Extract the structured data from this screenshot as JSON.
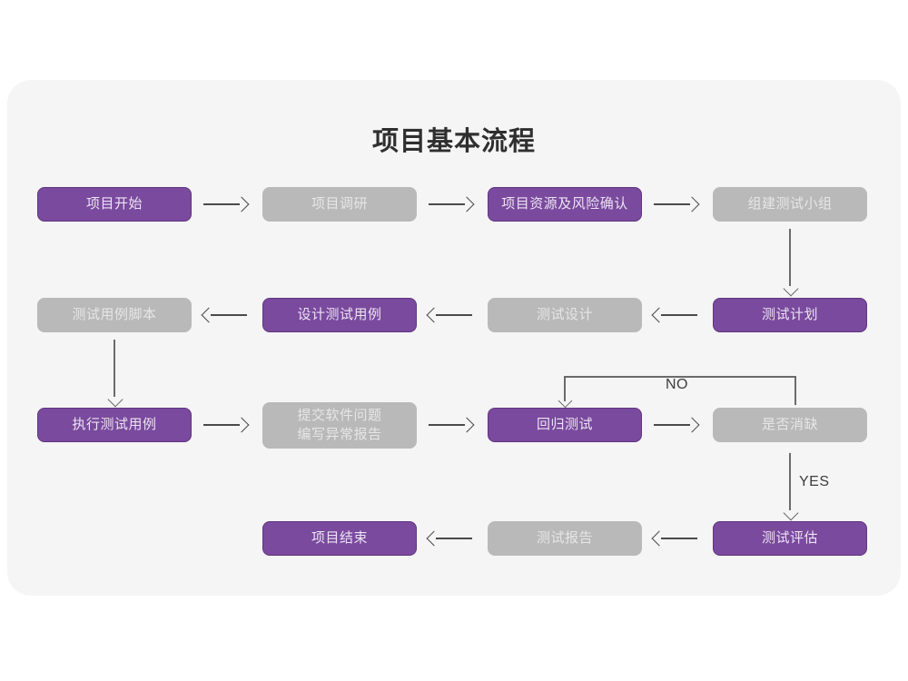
{
  "panel": {
    "background": "#f5f5f5"
  },
  "title": "项目基本流程",
  "colors": {
    "purple_fill": "#7a4a9e",
    "purple_border": "#5f3580",
    "purple_text": "#ece4f3",
    "gray_fill": "#b9b9b9",
    "gray_text": "#e6e6e6",
    "arrow": "#4a4a4a",
    "canvas": "#ffffff"
  },
  "flowchart": {
    "type": "flowchart",
    "nodes": [
      {
        "id": "n1",
        "label": "项目开始",
        "style": "purple",
        "row": 1,
        "col": 1
      },
      {
        "id": "n2",
        "label": "项目调研",
        "style": "gray",
        "row": 1,
        "col": 2
      },
      {
        "id": "n3",
        "label": "项目资源及风险确认",
        "style": "purple",
        "row": 1,
        "col": 3
      },
      {
        "id": "n4",
        "label": "组建测试小组",
        "style": "gray",
        "row": 1,
        "col": 4
      },
      {
        "id": "n5",
        "label": "测试用例脚本",
        "style": "gray",
        "row": 2,
        "col": 1
      },
      {
        "id": "n6",
        "label": "设计测试用例",
        "style": "purple",
        "row": 2,
        "col": 2
      },
      {
        "id": "n7",
        "label": "测试设计",
        "style": "gray",
        "row": 2,
        "col": 3
      },
      {
        "id": "n8",
        "label": "测试计划",
        "style": "purple",
        "row": 2,
        "col": 4
      },
      {
        "id": "n9",
        "label": "执行测试用例",
        "style": "purple",
        "row": 3,
        "col": 1
      },
      {
        "id": "n10",
        "label": "提交软件问题\n编写异常报告",
        "style": "gray",
        "row": 3,
        "col": 2
      },
      {
        "id": "n11",
        "label": "回归测试",
        "style": "purple",
        "row": 3,
        "col": 3
      },
      {
        "id": "n12",
        "label": "是否消缺",
        "style": "gray",
        "row": 3,
        "col": 4
      },
      {
        "id": "n13",
        "label": "项目结束",
        "style": "purple",
        "row": 4,
        "col": 2
      },
      {
        "id": "n14",
        "label": "测试报告",
        "style": "gray",
        "row": 4,
        "col": 3
      },
      {
        "id": "n15",
        "label": "测试评估",
        "style": "purple",
        "row": 4,
        "col": 4
      }
    ],
    "edges": [
      {
        "from": "n1",
        "to": "n2",
        "direction": "right",
        "label": ""
      },
      {
        "from": "n2",
        "to": "n3",
        "direction": "right",
        "label": ""
      },
      {
        "from": "n3",
        "to": "n4",
        "direction": "right",
        "label": ""
      },
      {
        "from": "n4",
        "to": "n8",
        "direction": "down",
        "label": ""
      },
      {
        "from": "n8",
        "to": "n7",
        "direction": "left",
        "label": ""
      },
      {
        "from": "n7",
        "to": "n6",
        "direction": "left",
        "label": ""
      },
      {
        "from": "n6",
        "to": "n5",
        "direction": "left",
        "label": ""
      },
      {
        "from": "n5",
        "to": "n9",
        "direction": "down",
        "label": ""
      },
      {
        "from": "n9",
        "to": "n10",
        "direction": "right",
        "label": ""
      },
      {
        "from": "n10",
        "to": "n11",
        "direction": "right",
        "label": ""
      },
      {
        "from": "n11",
        "to": "n12",
        "direction": "right",
        "label": ""
      },
      {
        "from": "n12",
        "to": "n11",
        "direction": "loop-up-left",
        "label": "NO"
      },
      {
        "from": "n12",
        "to": "n15",
        "direction": "down",
        "label": "YES"
      },
      {
        "from": "n15",
        "to": "n14",
        "direction": "left",
        "label": ""
      },
      {
        "from": "n14",
        "to": "n13",
        "direction": "left",
        "label": ""
      }
    ],
    "branch_labels": {
      "no": "NO",
      "yes": "YES"
    }
  }
}
